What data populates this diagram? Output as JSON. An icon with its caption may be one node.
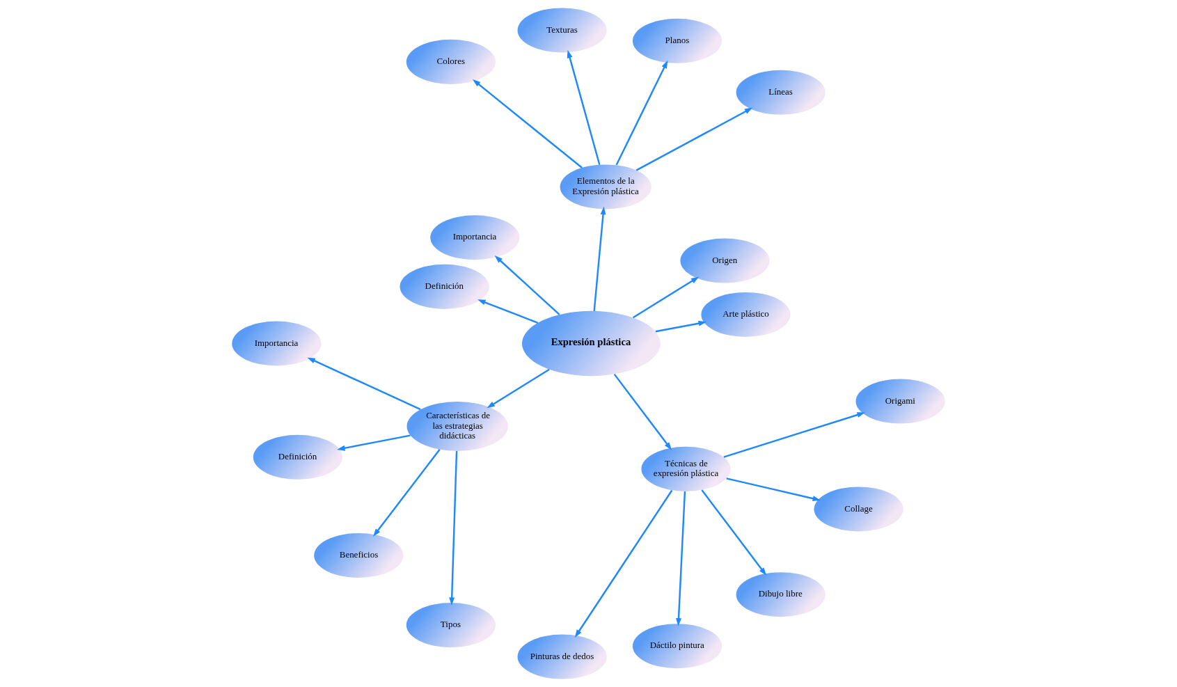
{
  "diagram": {
    "nodes": [
      {
        "text": [
          "Expresión plástica"
        ]
      },
      {
        "text": [
          "Arte plástico"
        ]
      },
      {
        "text": [
          "Origen"
        ]
      },
      {
        "text": [
          "Elementos de la Expresión plástica"
        ]
      },
      {
        "text": [
          "Líneas"
        ]
      },
      {
        "text": [
          "Planos"
        ]
      },
      {
        "text": [
          "Texturas"
        ]
      },
      {
        "text": [
          "Colores"
        ]
      },
      {
        "text": [
          "Importancia"
        ]
      },
      {
        "text": [
          "Definición"
        ]
      },
      {
        "text": [
          "Características de las estrategias didácticas"
        ]
      },
      {
        "text": [
          "Importancia"
        ]
      },
      {
        "text": [
          "Definición"
        ]
      },
      {
        "text": [
          "Beneficios"
        ]
      },
      {
        "text": [
          "Tipos"
        ]
      },
      {
        "text": [
          "Técnicas de expresión plástica"
        ]
      },
      {
        "text": [
          "Pinturas de dedos"
        ]
      },
      {
        "text": [
          "Dáctilo pintura"
        ]
      },
      {
        "text": [
          "Dibujo libre"
        ]
      },
      {
        "text": [
          "Collage"
        ]
      },
      {
        "text": [
          "Origami"
        ]
      }
    ],
    "edges": [
      {
        "from": 0,
        "to": 1,
        "arrow": "to"
      },
      {
        "from": 0,
        "to": 2,
        "arrow": "to"
      },
      {
        "from": 0,
        "to": 3,
        "arrow": "to"
      },
      {
        "from": 3,
        "to": 4,
        "arrow": "to"
      },
      {
        "from": 3,
        "to": 5,
        "arrow": "to"
      },
      {
        "from": 3,
        "to": 6,
        "arrow": "to"
      },
      {
        "from": 3,
        "to": 7,
        "arrow": "to"
      },
      {
        "from": 0,
        "to": 8,
        "arrow": "to"
      },
      {
        "from": 0,
        "to": 9,
        "arrow": "to"
      },
      {
        "from": 0,
        "to": 10,
        "arrow": "to"
      },
      {
        "from": 0,
        "to": 15,
        "arrow": "to"
      },
      {
        "from": 10,
        "to": 11,
        "arrow": "to"
      },
      {
        "from": 10,
        "to": 12,
        "arrow": "to"
      },
      {
        "from": 10,
        "to": 13,
        "arrow": "to"
      },
      {
        "from": 10,
        "to": 14,
        "arrow": "to"
      },
      {
        "from": 15,
        "to": 16,
        "arrow": "to"
      },
      {
        "from": 15,
        "to": 17,
        "arrow": "to"
      },
      {
        "from": 15,
        "to": 18,
        "arrow": "to"
      },
      {
        "from": 15,
        "to": 19,
        "arrow": "to"
      },
      {
        "from": 15,
        "to": 20,
        "arrow": "to"
      }
    ]
  }
}
